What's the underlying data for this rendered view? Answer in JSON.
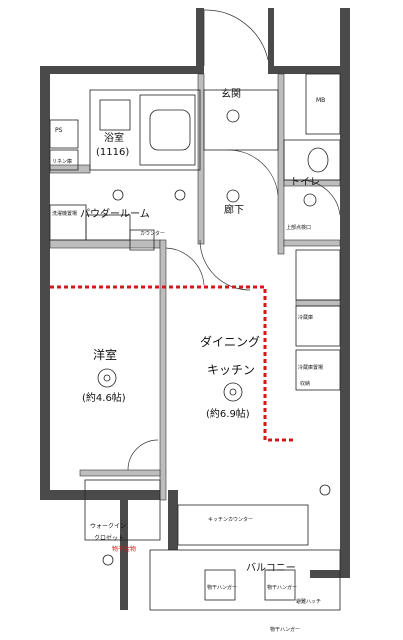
{
  "rooms": {
    "genkan": "玄関",
    "mb": "MB",
    "ps": "PS",
    "bath": "浴室",
    "bath_size": "(1116)",
    "toilet": "トイレ",
    "rouka": "廊下",
    "powder": "パウダールーム",
    "western": "洋室",
    "western_size": "(約4.6帖)",
    "dining_1": "ダイニング",
    "dining_2": "キッチン",
    "dining_size": "(約6.9帖)",
    "walkin_1": "ウォークイン",
    "walkin_2": "クロゼット",
    "balcony": "バルコニー"
  },
  "annotations": {
    "rinnai": "リネン庫",
    "washer": "洗濯機置場",
    "fridge": "冷蔵庫置場",
    "fridge_small": "冷蔵庫",
    "counter": "カウンター",
    "kitchen_counter": "キッチンカウンター",
    "hanger_left": "物干金物",
    "hanger_mid": "物干ハンガー",
    "hanger_right": "物干ハンガー",
    "hanger_bottom": "物干ハンガー",
    "fire_exit": "避難ハッチ",
    "reizou_box": "収納",
    "ps_right": "上部点検口"
  },
  "colors": {
    "wall": "#4a4a4a",
    "wall_light": "#bdbdbd",
    "red": "#d21a1a",
    "line": "#222222"
  }
}
